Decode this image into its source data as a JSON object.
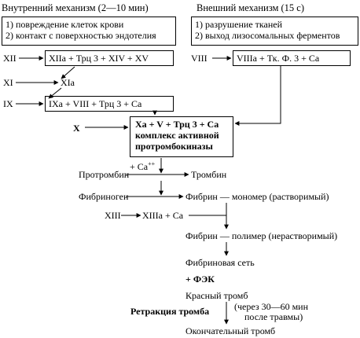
{
  "intrinsic": {
    "title": "Внутренний механизм (2—10 мин)",
    "items": [
      "1) повреждение клеток крови",
      "2) контакт с поверхностью эндотелия"
    ]
  },
  "extrinsic": {
    "title": "Внешний механизм (15 с)",
    "items": [
      "1) разрушение тканей",
      "2) выход лизосомальных ферментов"
    ]
  },
  "factors": {
    "f12": "XII",
    "f12_box": "XIIa + Трц 3 + XIV + XV",
    "f11": "XI",
    "f11a": "XIa",
    "f9": "IX",
    "f9_box": "IXa + VIII + Трц 3 + Ca",
    "f7": "VIII",
    "f7_box": "VIIIa + Тк. Ф. 3 + Ca",
    "f10": "X",
    "prothrombinase": [
      "Xa + V + Трц 3 + Ca",
      "комплекс активной",
      "протромбокиназы"
    ]
  },
  "cascade": {
    "ca": "+ Ca",
    "ca_sup": "++",
    "prothrombin": "Протромбин",
    "thrombin": "Тромбин",
    "fibrinogen": "Фибриноген",
    "fibrin_monomer": "Фибрин — мономер (растворимый)",
    "f13": "XIII",
    "f13a": "XIIIa + Ca",
    "fibrin_polymer": "Фибрин — полимер (нерастворимый)",
    "fibrin_net": "Фибриновая сеть",
    "fek": "+ ФЭК",
    "red_clot": "Красный тромб",
    "retraction": "Ретракция тромба",
    "retraction_note": [
      "(через 30—60 мин",
      "после травмы)"
    ],
    "final_clot": "Окончательный тромб"
  }
}
